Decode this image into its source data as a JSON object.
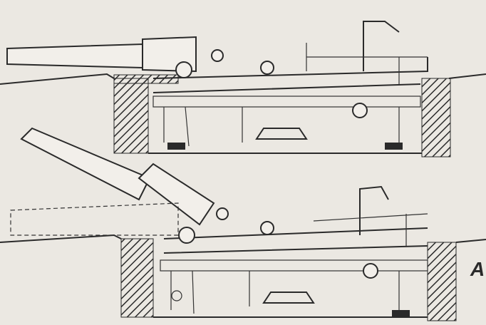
{
  "figure": {
    "label": "А",
    "ink_color": "#2a2a2a",
    "paper_color": "#ebe8e2",
    "views": [
      "gun-lowered-position",
      "gun-raised-firing-position"
    ]
  }
}
